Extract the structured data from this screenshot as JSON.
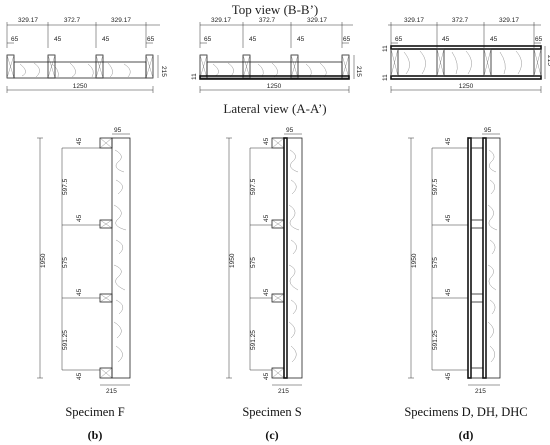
{
  "headings": {
    "top_view": "Top view (B-B’)",
    "lateral_view": "Lateral view (A-A’)"
  },
  "top_dims": {
    "spacing_outer": "329.17",
    "spacing_mid": "372.7",
    "end": "65",
    "stud": "45",
    "depth": "215",
    "length": "1250",
    "sheathing": "11"
  },
  "lateral_dims": {
    "width": "95",
    "height": "1950",
    "seg_top": "597.5",
    "seg_mid": "575",
    "seg_bot": "591.25",
    "block": "45",
    "depth": "215"
  },
  "panels": [
    {
      "caption": "Specimen F",
      "label": "(b)"
    },
    {
      "caption": "Specimen S",
      "label": "(c)"
    },
    {
      "caption": "Specimens D, DH, DHC",
      "label": "(d)"
    }
  ]
}
